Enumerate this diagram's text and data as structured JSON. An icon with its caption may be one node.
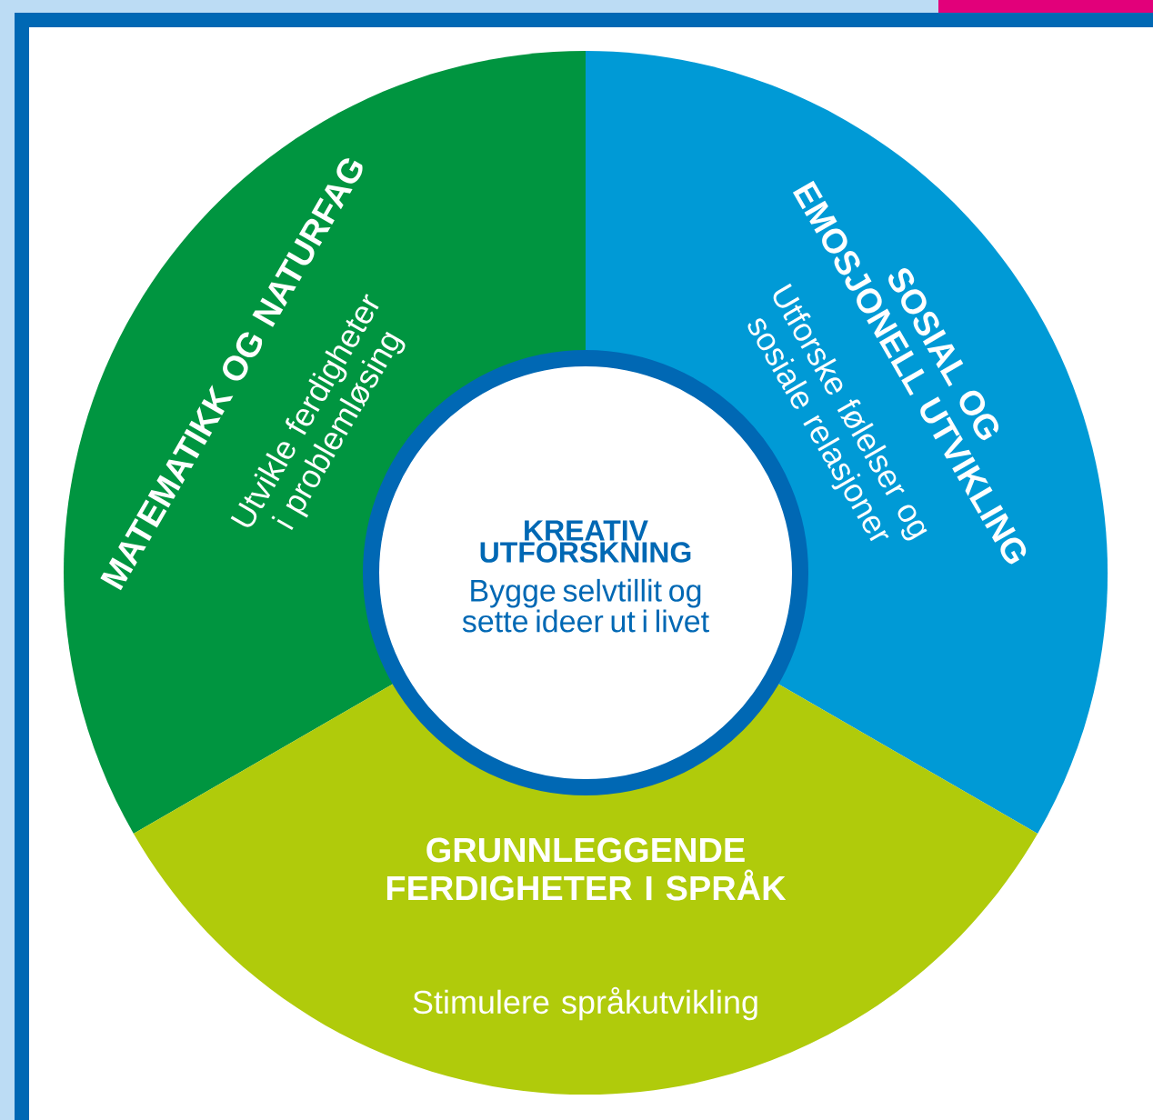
{
  "diagram": {
    "nodes": [
      {
        "text": [
          "MATEMATIKK OG NATURFAG",
          "Utvikle ferdigheter i problemløsing"
        ]
      },
      {
        "text": [
          "SOSIAL OG EMOSJONELL UTVIKLING",
          "Utforske følelser og sosiale relasjoner"
        ]
      },
      {
        "text": [
          "KREATIV UTFORSKNING",
          "Bygge selvtillit og sette ideer ut i livet"
        ]
      },
      {
        "text": [
          "GRUNNLEGGENDE FERDIGHETER I SPRÅK",
          "Stimulere språkutvikling"
        ]
      }
    ]
  }
}
